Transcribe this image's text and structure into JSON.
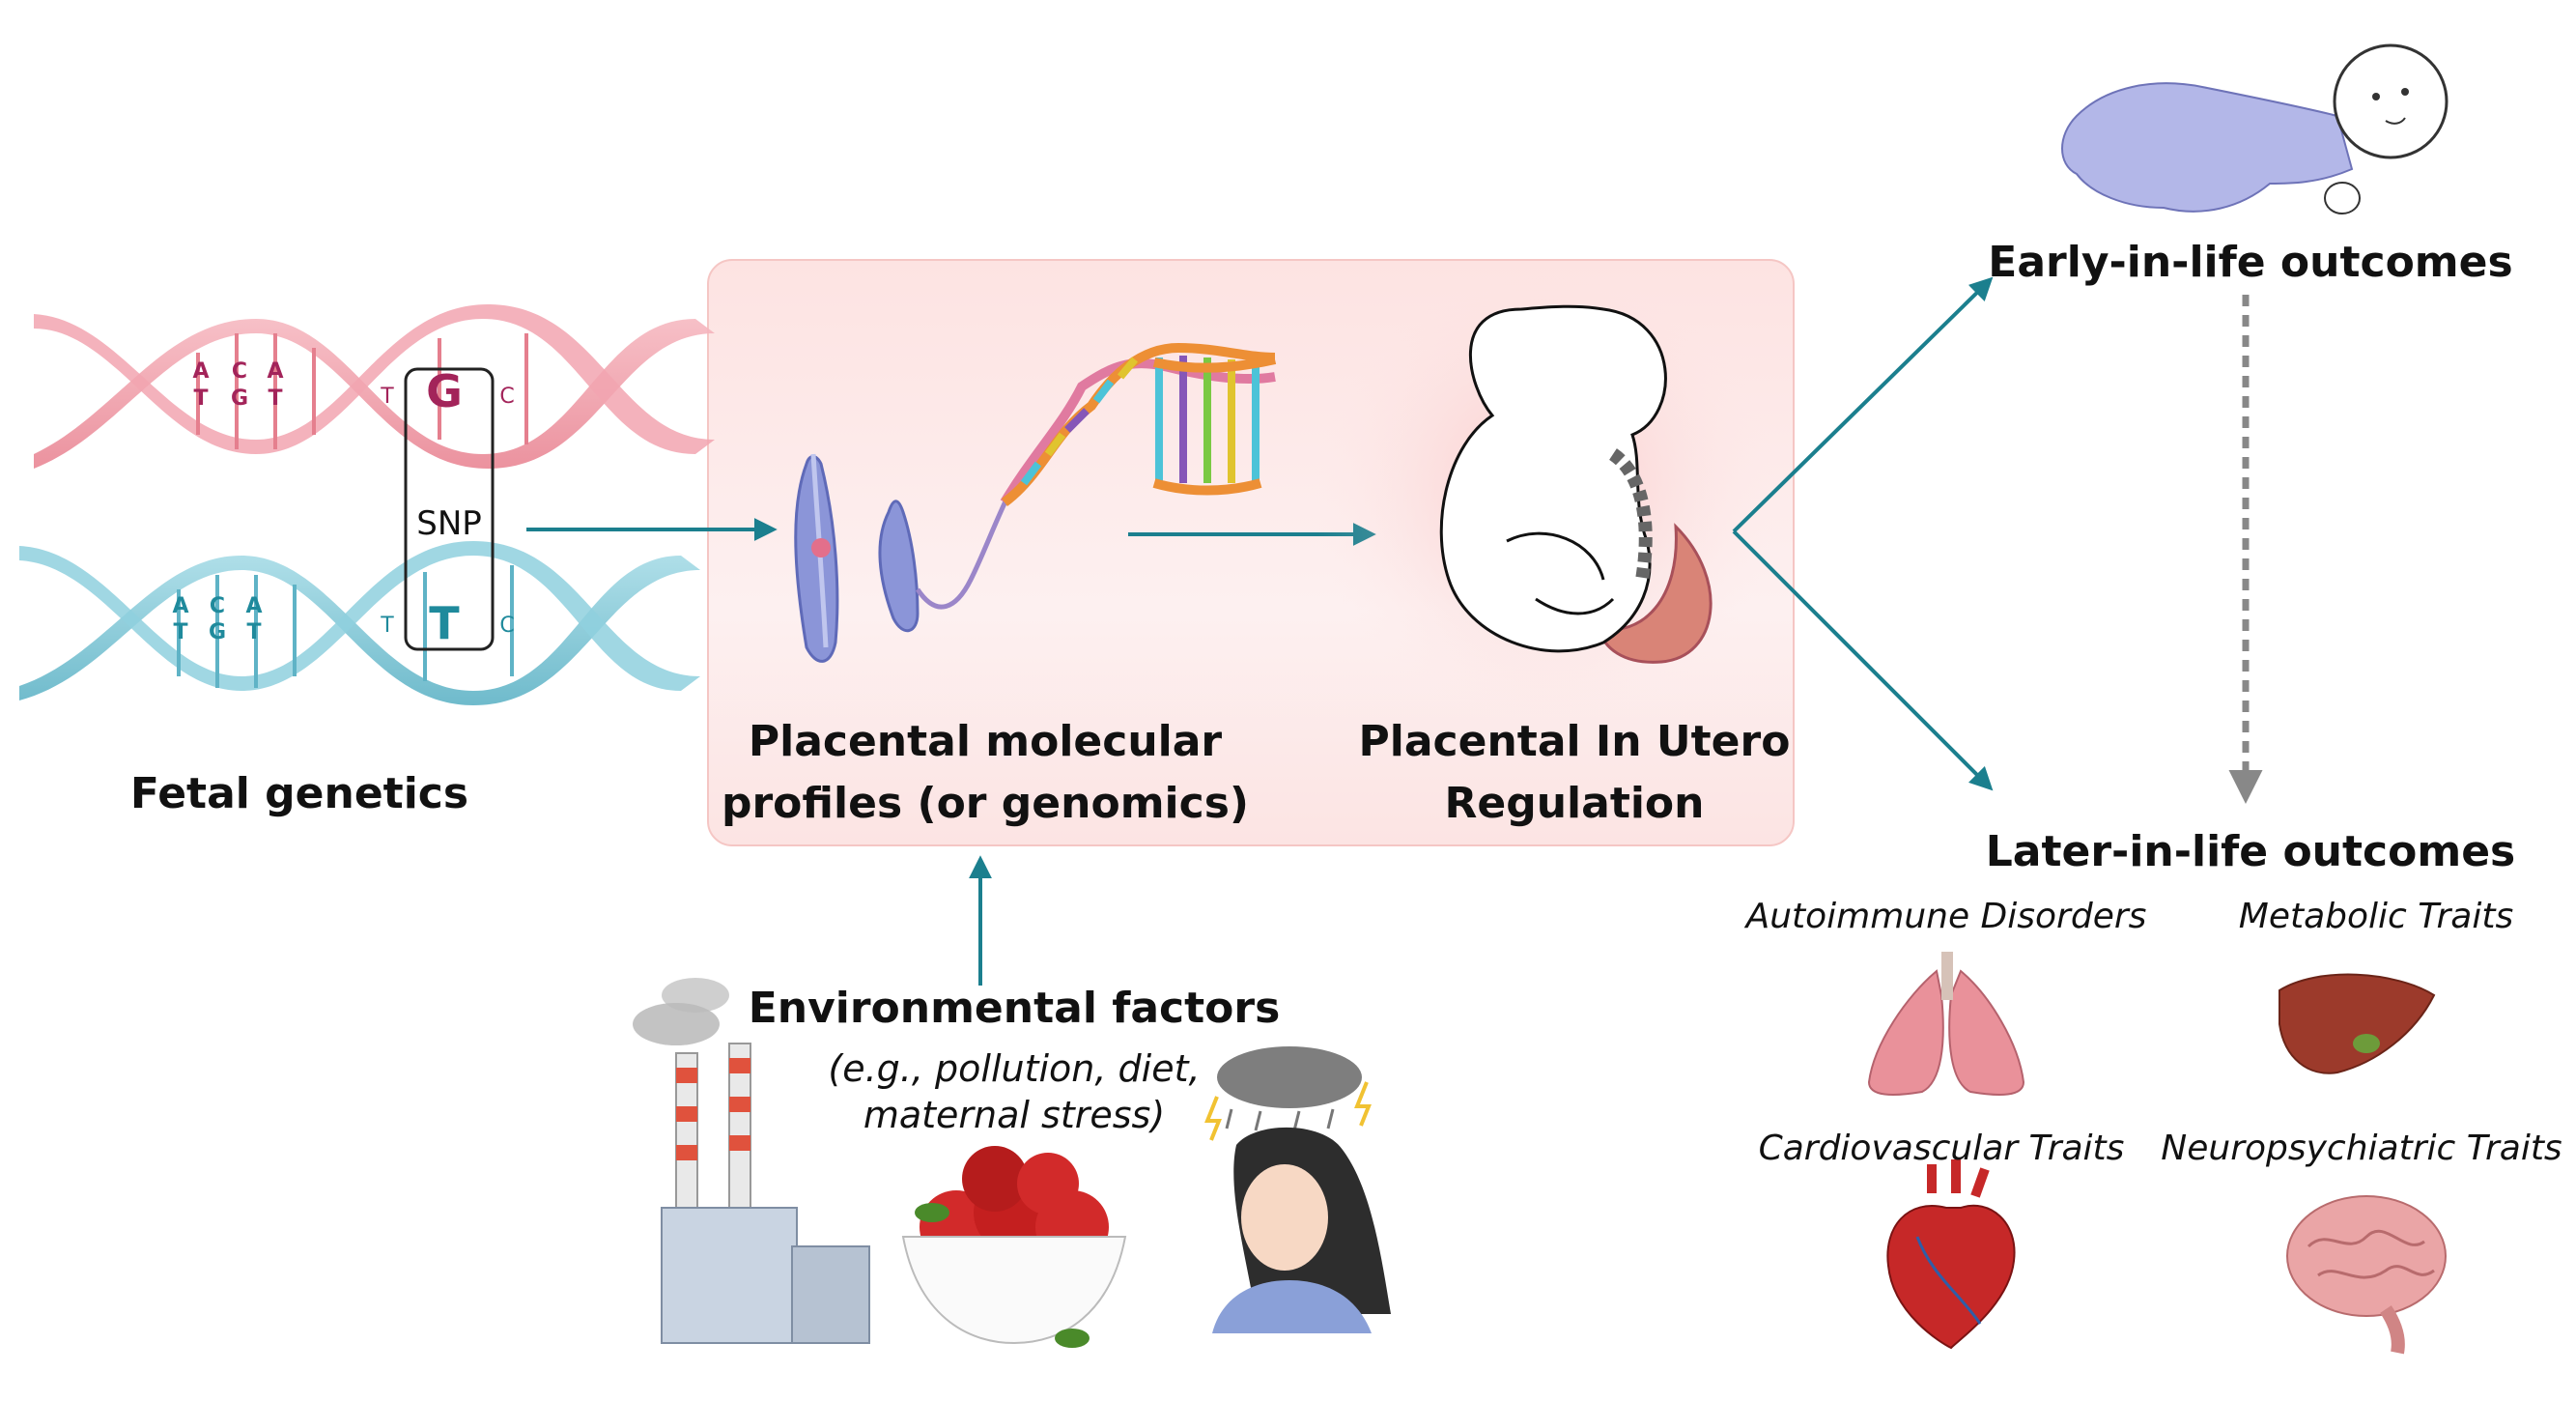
{
  "fetal_genetics": {
    "label": "Fetal genetics",
    "snp_label": "SNP",
    "top_strand": {
      "bases_left": [
        "A",
        "C",
        "A",
        "T",
        "G",
        "T"
      ],
      "left_base": "T",
      "snp_base": "G",
      "right_base": "C",
      "color": "#a3245a"
    },
    "bottom_strand": {
      "bases_left": [
        "A",
        "C",
        "A",
        "T",
        "G",
        "T"
      ],
      "left_base": "T",
      "snp_base": "T",
      "right_base": "C",
      "color": "#1f8a9c"
    }
  },
  "placental_profiles": {
    "line1": "Placental molecular",
    "line2": "profiles (or genomics)"
  },
  "placental_regulation": {
    "line1": "Placental In Utero",
    "line2": "Regulation"
  },
  "environment": {
    "title": "Environmental factors",
    "subtitle_line1": "(e.g., pollution, diet,",
    "subtitle_line2": "maternal stress)"
  },
  "outcomes": {
    "early": "Early-in-life outcomes",
    "later": "Later-in-life outcomes",
    "traits": {
      "autoimmune": "Autoimmune Disorders",
      "metabolic": "Metabolic Traits",
      "cardiovascular": "Cardiovascular Traits",
      "neuropsychiatric": "Neuropsychiatric Traits"
    }
  },
  "colors": {
    "arrow": "#1b7f8e",
    "pink_dna": "#ef9aa6",
    "blue_dna": "#7cc6d6",
    "box_fill": "#fde7e6",
    "dashed_arrow": "#888888"
  }
}
